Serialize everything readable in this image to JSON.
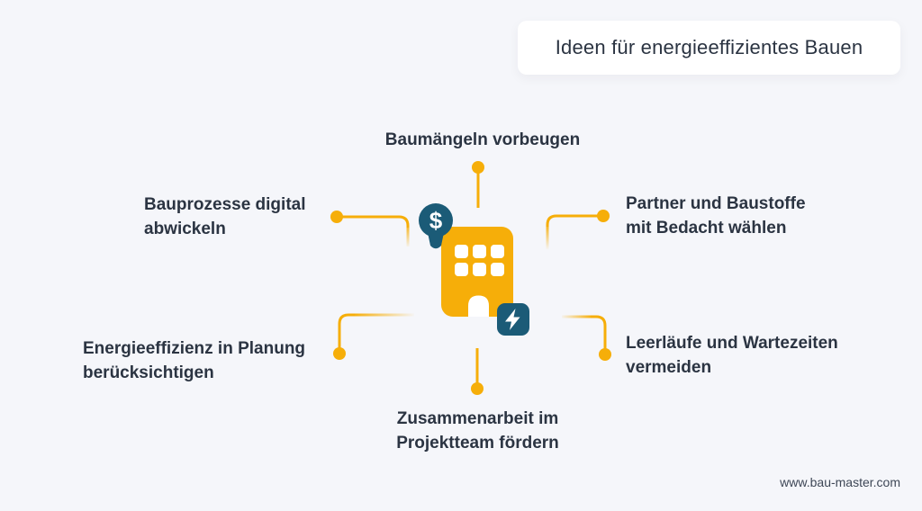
{
  "title": {
    "text": "Ideen für energieeffizientes Bauen"
  },
  "nodes": {
    "top": "Baumängeln vorbeugen",
    "left_top": "Bauprozesse digital\nabwickeln",
    "right_top": "Partner und Baustoffe\nmit Bedacht wählen",
    "left_bottom": "Energieeffizienz in Planung\nberücksichtigen",
    "right_bottom": "Leerläufe und Wartezeiten\nvermeiden",
    "bottom": "Zusammenarbeit im\nProjektteam fördern"
  },
  "center_icon": {
    "building": "building-icon",
    "bulb": "dollar-lightbulb-icon",
    "bulb_symbol": "$",
    "bolt": "lightning-bolt-icon"
  },
  "footer": {
    "website": "www.bau-master.com"
  },
  "colors": {
    "background": "#F5F6FA",
    "accent_yellow": "#F6AE09",
    "accent_teal": "#1B5B77",
    "text_dark": "#2B3442",
    "card_white": "#FFFFFF"
  }
}
